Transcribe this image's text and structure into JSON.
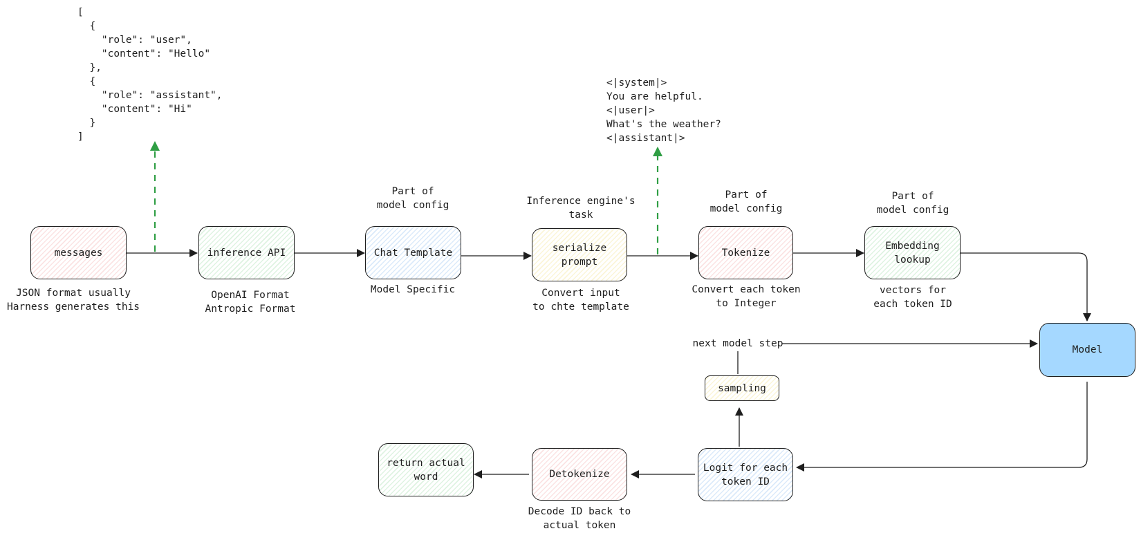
{
  "nodes": {
    "messages": "messages",
    "inference_api": "inference API",
    "chat_template": "Chat Template",
    "serialize_prompt": "serialize\nprompt",
    "tokenize": "Tokenize",
    "embedding_lookup": "Embedding\nlookup",
    "model": "Model",
    "sampling": "sampling",
    "logit": "Logit for each\ntoken ID",
    "detokenize": "Detokenize",
    "return_word": "return actual\nword"
  },
  "annotations": {
    "messages_note": "JSON format usually\nHarness generates this",
    "api_note": "OpenAI Format\nAntropic Format",
    "chat_template_top": "Part of\nmodel config",
    "chat_template_bottom": "Model Specific",
    "serialize_top": "Inference engine's\ntask",
    "serialize_bottom": "Convert input\nto chte template",
    "tokenize_top": "Part of\nmodel config",
    "tokenize_bottom": "Convert each token\nto Integer",
    "embedding_top": "Part of\nmodel config",
    "embedding_bottom": "vectors for\neach token ID",
    "next_step": "next model step",
    "detokenize_bottom": "Decode ID back to\nactual token"
  },
  "code_snippets": {
    "json_messages": "[\n  {\n    \"role\": \"user\",\n    \"content\": \"Hello\"\n  },\n  {\n    \"role\": \"assistant\",\n    \"content\": \"Hi\"\n  }\n]",
    "chat_template_text": "<|system|>\nYou are helpful.\n<|user|>\nWhat's the weather?\n<|assistant|>"
  },
  "colors": {
    "stroke": "#1e1e1e",
    "dashed_arrow": "#2f9e44",
    "model_fill": "#a5d8ff"
  }
}
